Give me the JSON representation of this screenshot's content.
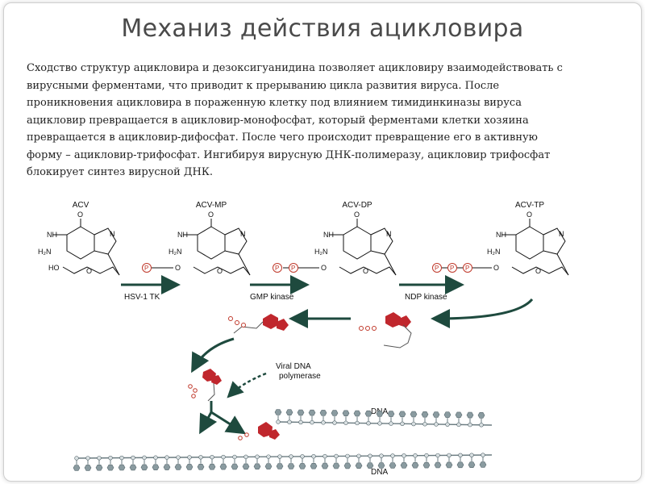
{
  "title": "Механиз действия ацикловира",
  "paragraph": [
    "Сходство структур ацикловира и дезоксигуанидина позволяет ацикловиру взаимодействовать с",
    "вирусными ферментами, что приводит к прерыванию цикла развития вируса. После",
    "проникновения ацикловира в пораженную клетку под влиянием тимидинкиназы вируса",
    "ацикловир превращается в ацикловир-монофосфат, который ферментами клетки хозяина",
    "превращается в ацикловир-дифосфат. После чего происходит превращение его в активную",
    "форму – ацикловир-трифосфат. Ингибируя вирусную ДНК-полимеразу, ацикловир трифосфат",
    "блокирует синтез вирусной ДНК."
  ],
  "diagram": {
    "molecules": [
      "ACV",
      "ACV-MP",
      "ACV-DP",
      "ACV-TP"
    ],
    "enzymes": [
      "HSV-1 TK",
      "GMP kinase",
      "NDP kinase"
    ],
    "atoms": {
      "o": "O",
      "n": "N",
      "h2n": "H₂N",
      "nh": "NH",
      "ho": "HO",
      "p": "P"
    },
    "polymerase": [
      "Viral DNA",
      "polymerase"
    ],
    "dna_top": "DNA",
    "dna_bottom": "DNA",
    "colors": {
      "phosphate": "#c0392b",
      "sugar_ring": "#c0272d",
      "arrow": "#1e4a3e",
      "nucleotide": "#8a9ba0"
    }
  }
}
